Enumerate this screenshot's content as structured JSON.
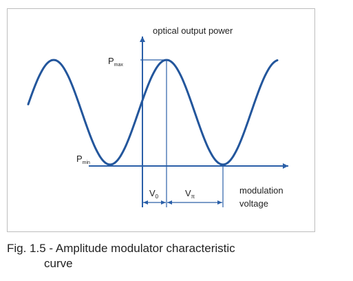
{
  "diagram": {
    "title": "optical output power",
    "x_axis_label_line1": "modulation",
    "x_axis_label_line2": "voltage",
    "p_max": {
      "base": "P",
      "sub": "max"
    },
    "p_min": {
      "base": "P",
      "sub": "min"
    },
    "v_0": {
      "base": "V",
      "sub": "0"
    },
    "v_pi": {
      "base": "V",
      "sub": "π"
    },
    "colors": {
      "curve": "#23569c",
      "axis": "#2a5fa8",
      "guide": "#2a5fa8",
      "text": "#222222"
    }
  },
  "caption": {
    "line1": "Fig. 1.5 - Amplitude modulator characteristic",
    "line2": "curve"
  }
}
